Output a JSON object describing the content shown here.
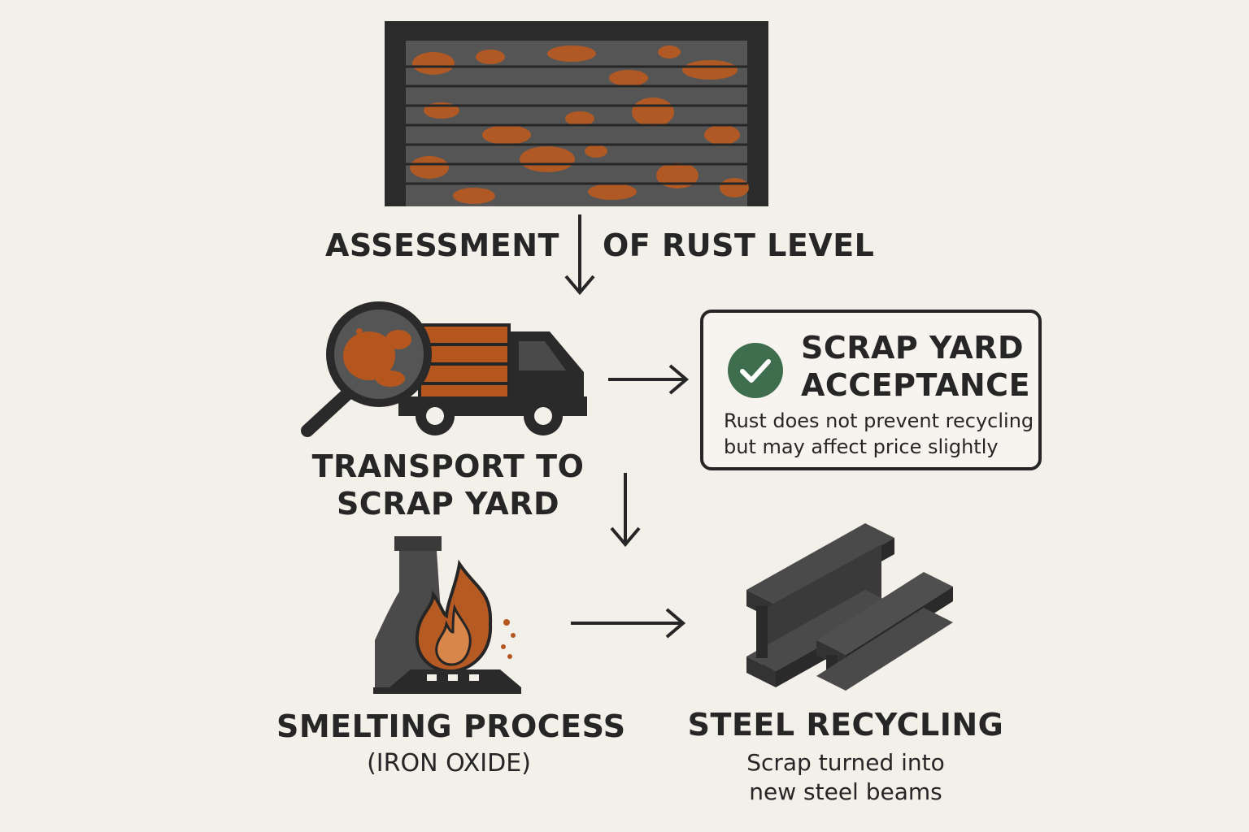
{
  "steps": {
    "assessment": {
      "left": "ASSESSMENT",
      "right": "OF RUST LEVEL",
      "icon": "rusty-garage-door-icon"
    },
    "transport": {
      "line1": "TRANSPORT TO",
      "line2": "SCRAP YARD",
      "icon": "truck-magnifier-icon"
    },
    "acceptance": {
      "line1": "SCRAP YARD",
      "line2": "ACCEPTANCE",
      "desc1": "Rust does not prevent recycling",
      "desc2": "but may affect price slightly",
      "icon": "checkmark-icon"
    },
    "smelting": {
      "title": "SMELTING PROCESS",
      "subtitle": "(IRON OXIDE)",
      "icon": "furnace-flame-icon"
    },
    "recycling": {
      "title": "STEEL RECYCLING",
      "desc1": "Scrap turned into",
      "desc2": "new steel beams",
      "icon": "steel-beams-icon"
    }
  },
  "colors": {
    "background": "#f3efe9",
    "ink": "#262626",
    "rust": "#b5561e",
    "steel": "#3f3f3f",
    "check": "#3f6e4f"
  }
}
